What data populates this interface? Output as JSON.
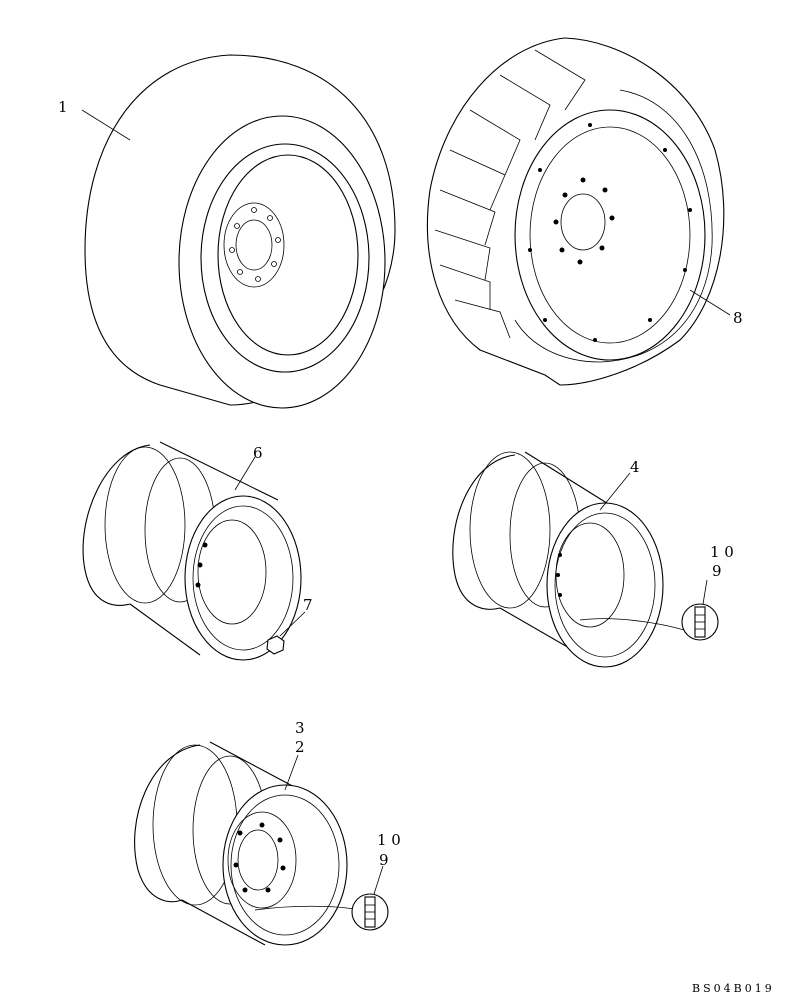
{
  "diagram": {
    "callouts": {
      "c1": "1",
      "c2": "2",
      "c3": "3",
      "c4": "4",
      "c6": "6",
      "c7": "7",
      "c8": "8",
      "c9a": "9",
      "c10a": "1 0",
      "c9b": "9",
      "c10b": "1 0"
    },
    "drawing_code": "BS04B019"
  }
}
